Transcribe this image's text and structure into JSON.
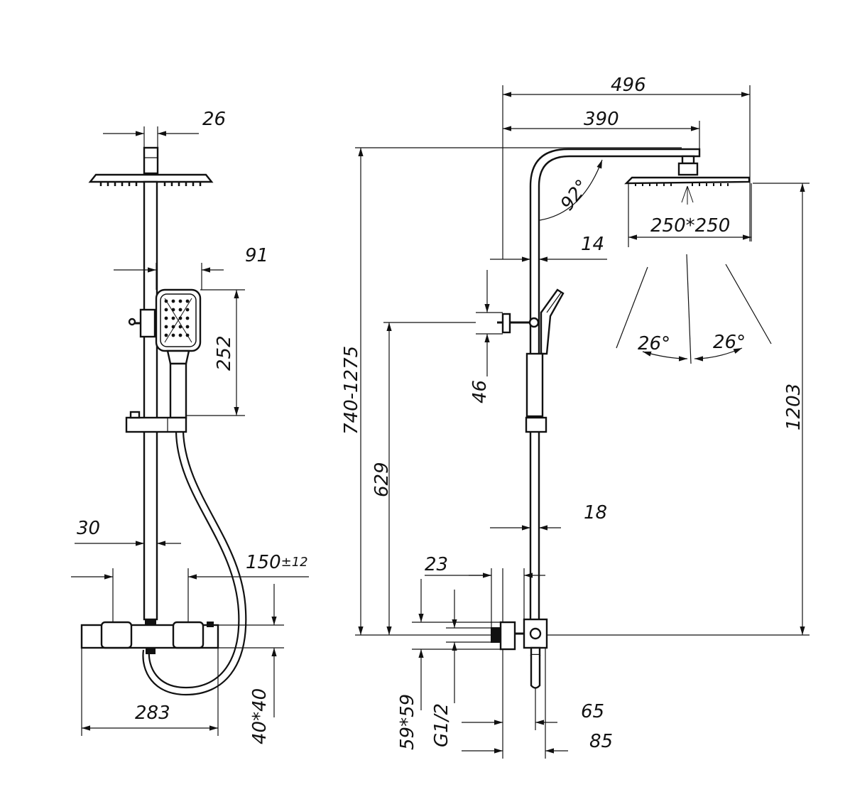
{
  "front_view": {
    "head_stem_width": "26",
    "hand_shower_offset": "91",
    "hand_shower_length": "252",
    "rail_diameter": "30",
    "mixer_centers_value": "150",
    "mixer_centers_tolerance": "±12",
    "mixer_length": "283",
    "mixer_section": "40*40"
  },
  "side_view": {
    "total_reach": "496",
    "arm_reach": "390",
    "arm_angle": "92°",
    "head_size": "250*250",
    "rail_offset": "14",
    "holder_height": "46",
    "adjustable_height": "740-1275",
    "holder_to_mixer": "629",
    "total_height": "1203",
    "rail_diameter": "18",
    "inlet_offset": "23",
    "escutcheon_size": "59*59",
    "thread": "G1/2",
    "spray_angle_left": "26°",
    "spray_angle_right": "26°",
    "outlet_offset_1": "65",
    "outlet_offset_2": "85"
  }
}
